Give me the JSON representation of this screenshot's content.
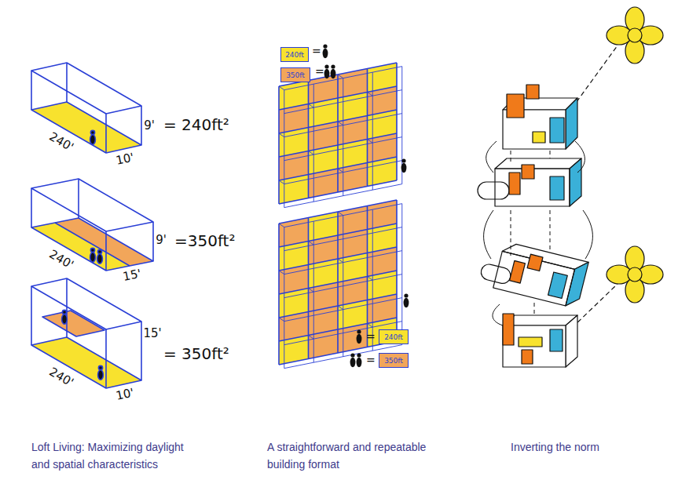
{
  "diagram": {
    "nodes": [
      {
        "text": [
          "240ft"
        ]
      },
      {
        "text": [
          "350ft"
        ]
      },
      {
        "text": [
          "240ft"
        ]
      },
      {
        "text": [
          "350ft"
        ]
      }
    ],
    "labels": [
      "9'",
      "240'",
      "10'",
      "= 240ft²",
      "9'",
      "240'",
      "15'",
      "=350ft²",
      "15'",
      "240'",
      "10'",
      "= 350ft²",
      "=",
      "=",
      "=",
      "=",
      "Loft Living: Maximizing daylight and spatial characteristics",
      "A straightforward and repeatable building format",
      "Inverting the norm"
    ]
  }
}
